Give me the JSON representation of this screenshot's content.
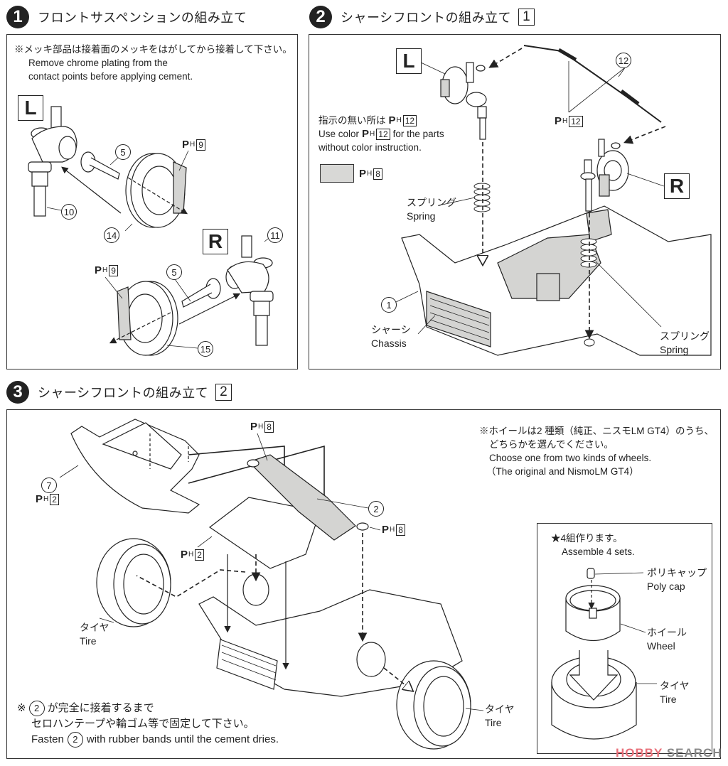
{
  "step1": {
    "number": "1",
    "title": "フロントサスペンションの組み立て",
    "note_jp": "※メッキ部品は接着面のメッキをはがしてから接着して下さい。",
    "note_en_1": "Remove chrome plating from the",
    "note_en_2": "contact points before applying cement.",
    "side_left": "L",
    "side_right": "R",
    "parts": {
      "p5a": "5",
      "p5b": "5",
      "p10": "10",
      "p11": "11",
      "p14": "14",
      "p15": "15"
    },
    "color_a": {
      "prefix": "P",
      "sub": "H",
      "code": "9"
    },
    "color_b": {
      "prefix": "P",
      "sub": "H",
      "code": "9"
    }
  },
  "step2": {
    "number": "2",
    "title": "シャーシフロントの組み立て",
    "sub": "1",
    "side_left": "L",
    "side_right": "R",
    "color_note_jp": "指示の無い所は",
    "color_note_en_1": "Use color",
    "color_note_en_1b": "for the parts",
    "color_note_en_2": "without color instruction.",
    "default_color": {
      "prefix": "P",
      "sub": "H",
      "code": "12"
    },
    "swatch_color": {
      "prefix": "P",
      "sub": "H",
      "code": "8"
    },
    "rod_color": {
      "prefix": "P",
      "sub": "H",
      "code": "12"
    },
    "parts": {
      "p1": "1",
      "p12": "12"
    },
    "spring_jp": "スプリング",
    "spring_en": "Spring",
    "spring2_jp": "スプリング",
    "spring2_en": "Spring",
    "chassis_jp": "シャーシ",
    "chassis_en": "Chassis"
  },
  "step3": {
    "number": "3",
    "title": "シャーシフロントの組み立て",
    "sub": "2",
    "parts": {
      "p7": "7",
      "p2": "2"
    },
    "color_7": {
      "prefix": "P",
      "sub": "H",
      "code": "2"
    },
    "color_arm_top": {
      "prefix": "P",
      "sub": "H",
      "code": "8"
    },
    "color_arm_right": {
      "prefix": "P",
      "sub": "H",
      "code": "8"
    },
    "color_plate": {
      "prefix": "P",
      "sub": "H",
      "code": "2"
    },
    "wheel_note_jp_1": "※ホイールは2 種類（純正、ニスモLM GT4）のうち、",
    "wheel_note_jp_2": "どちらかを選んでください。",
    "wheel_note_en_1": "Choose  one from two kinds of wheels.",
    "wheel_note_en_2": "（The original and NismoLM GT4）",
    "tire_left_jp": "タイヤ",
    "tire_left_en": "Tire",
    "tire_right_jp": "タイヤ",
    "tire_right_en": "Tire",
    "fasten_jp_1a": "※",
    "fasten_circ": "2",
    "fasten_jp_1b": "が完全に接着するまで",
    "fasten_jp_2": "セロハンテープや輪ゴム等で固定して下さい。",
    "fasten_en_a": "Fasten",
    "fasten_en_b": "with rubber bands until the cement dries.",
    "inset": {
      "title_jp": "★4組作ります。",
      "title_en": "Assemble 4 sets.",
      "polycap_jp": "ポリキャップ",
      "polycap_en": "Poly cap",
      "wheel_jp": "ホイール",
      "wheel_en": "Wheel",
      "tire_jp": "タイヤ",
      "tire_en": "Tire"
    }
  },
  "watermark": {
    "brand_a": "HOBBY",
    "brand_b": "SEARCH",
    "color_a": "#e8707a",
    "color_b": "#888888"
  },
  "colors": {
    "ink": "#222222",
    "highlight": "#d4d4d2"
  }
}
